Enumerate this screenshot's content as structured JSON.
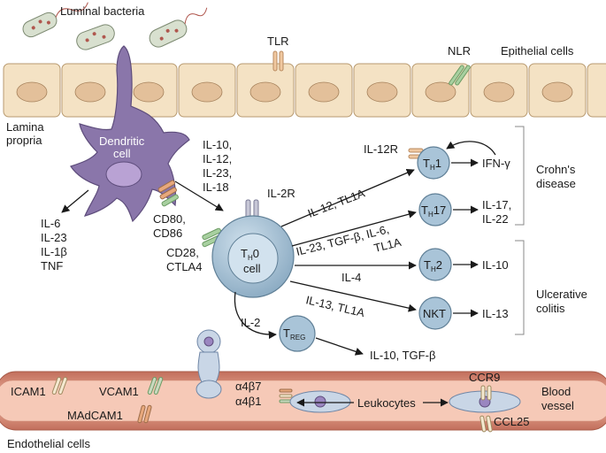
{
  "labels": {
    "luminal_bacteria": "Luminal bacteria",
    "tlr": "TLR",
    "nlr": "NLR",
    "epithelial_cells": "Epithelial cells",
    "lamina_1": "Lamina",
    "lamina_2": "propria",
    "dendritic_1": "Dendritic",
    "dendritic_2": "cell",
    "dc_cytokines": [
      "IL-6",
      "IL-23",
      "IL-1β",
      "TNF"
    ],
    "secreted": [
      "IL-10,",
      "IL-12,",
      "IL-23,",
      "IL-18"
    ],
    "cd80": "CD80,",
    "cd86": "CD86",
    "cd28": "CD28,",
    "ctla4": "CTLA4",
    "il2r": "IL-2R",
    "th0_main": "T",
    "th0_sub": "H",
    "th0_tail": "0",
    "th0_cell": "cell",
    "il12r": "IL-12R",
    "th1_main": "T",
    "th1_sub": "H",
    "th1_tail": "1",
    "ifng": "IFN-γ",
    "th17_main": "T",
    "th17_sub": "H",
    "th17_tail": "17",
    "il17": "IL-17,",
    "il22": "IL-22",
    "th2_main": "T",
    "th2_sub": "H",
    "th2_tail": "2",
    "il10_th2": "IL-10",
    "nkt": "NKT",
    "il13_out": "IL-13",
    "crohns_1": "Crohn's",
    "crohns_2": "disease",
    "uc_1": "Ulcerative",
    "uc_2": "colitis",
    "arrow_il12": "IL-12, TL1A",
    "arrow_il23_1": "IL-23, TGF-β, IL-6,",
    "arrow_il23_2": "TL1A",
    "arrow_il4": "IL-4",
    "arrow_il13": "IL-13, TL1A",
    "arrow_il2": "IL-2",
    "treg_main": "T",
    "treg_sub": "REG",
    "treg_out": "IL-10, TGF-β",
    "icam1": "ICAM1",
    "vcam1": "VCAM1",
    "madcam1": "MAdCAM1",
    "a4b7": "α4β7",
    "a4b1": "α4β1",
    "leukocytes": "Leukocytes",
    "ccr9": "CCR9",
    "ccl25": "CCL25",
    "blood_1": "Blood",
    "blood_2": "vessel",
    "endothelial": "Endothelial cells"
  },
  "colors": {
    "epithelium": "#f4e2c4",
    "t_cell": "#a9c4d8",
    "dendritic": "#8a76aa",
    "vessel": "#d98c78",
    "leukocyte": "#c9d6e6"
  }
}
